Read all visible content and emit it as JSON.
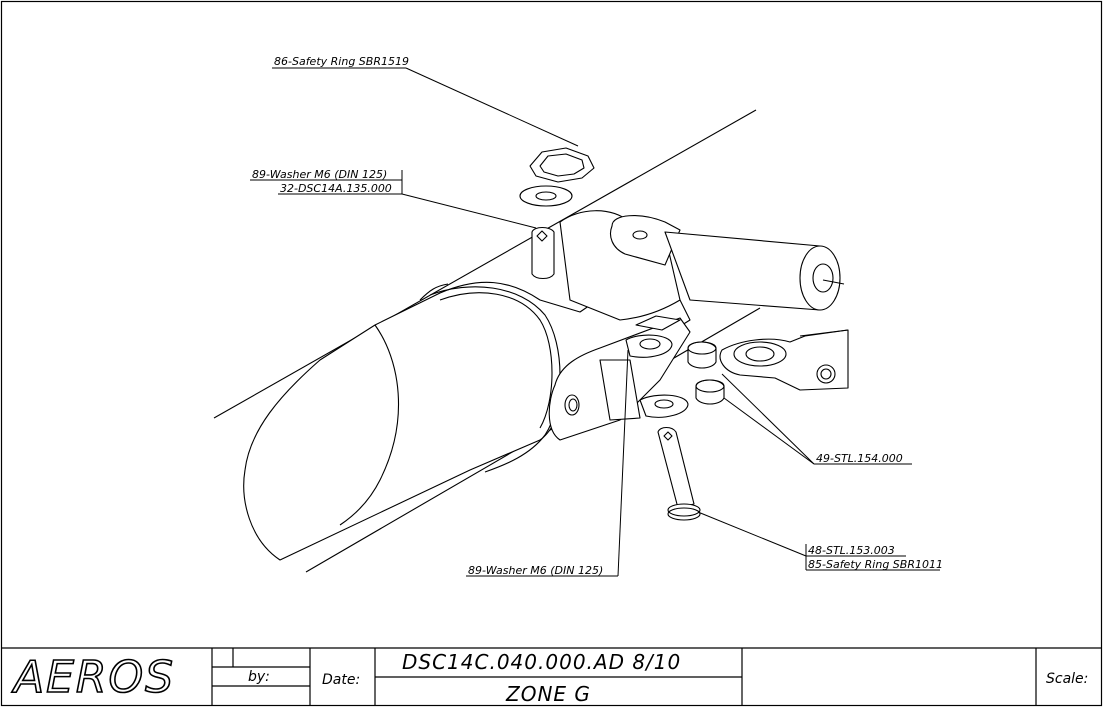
{
  "callouts": {
    "safety_ring_top": "86-Safety Ring SBR1519",
    "washer_top": "89-Washer M6 (DIN 125)",
    "part_top": "32-DSC14A.135.000",
    "bushing": "49-STL.154.000",
    "bolt": "48-STL.153.003",
    "safety_ring_bottom": "85-Safety Ring SBR1011",
    "washer_bottom": "89-Washer M6 (DIN 125)"
  },
  "title_block": {
    "logo": "AEROS",
    "by_label": "by:",
    "date_label": "Date:",
    "drawing_number": "DSC14C.040.000.AD 8/10",
    "zone": "ZONE G",
    "scale_label": "Scale:"
  }
}
